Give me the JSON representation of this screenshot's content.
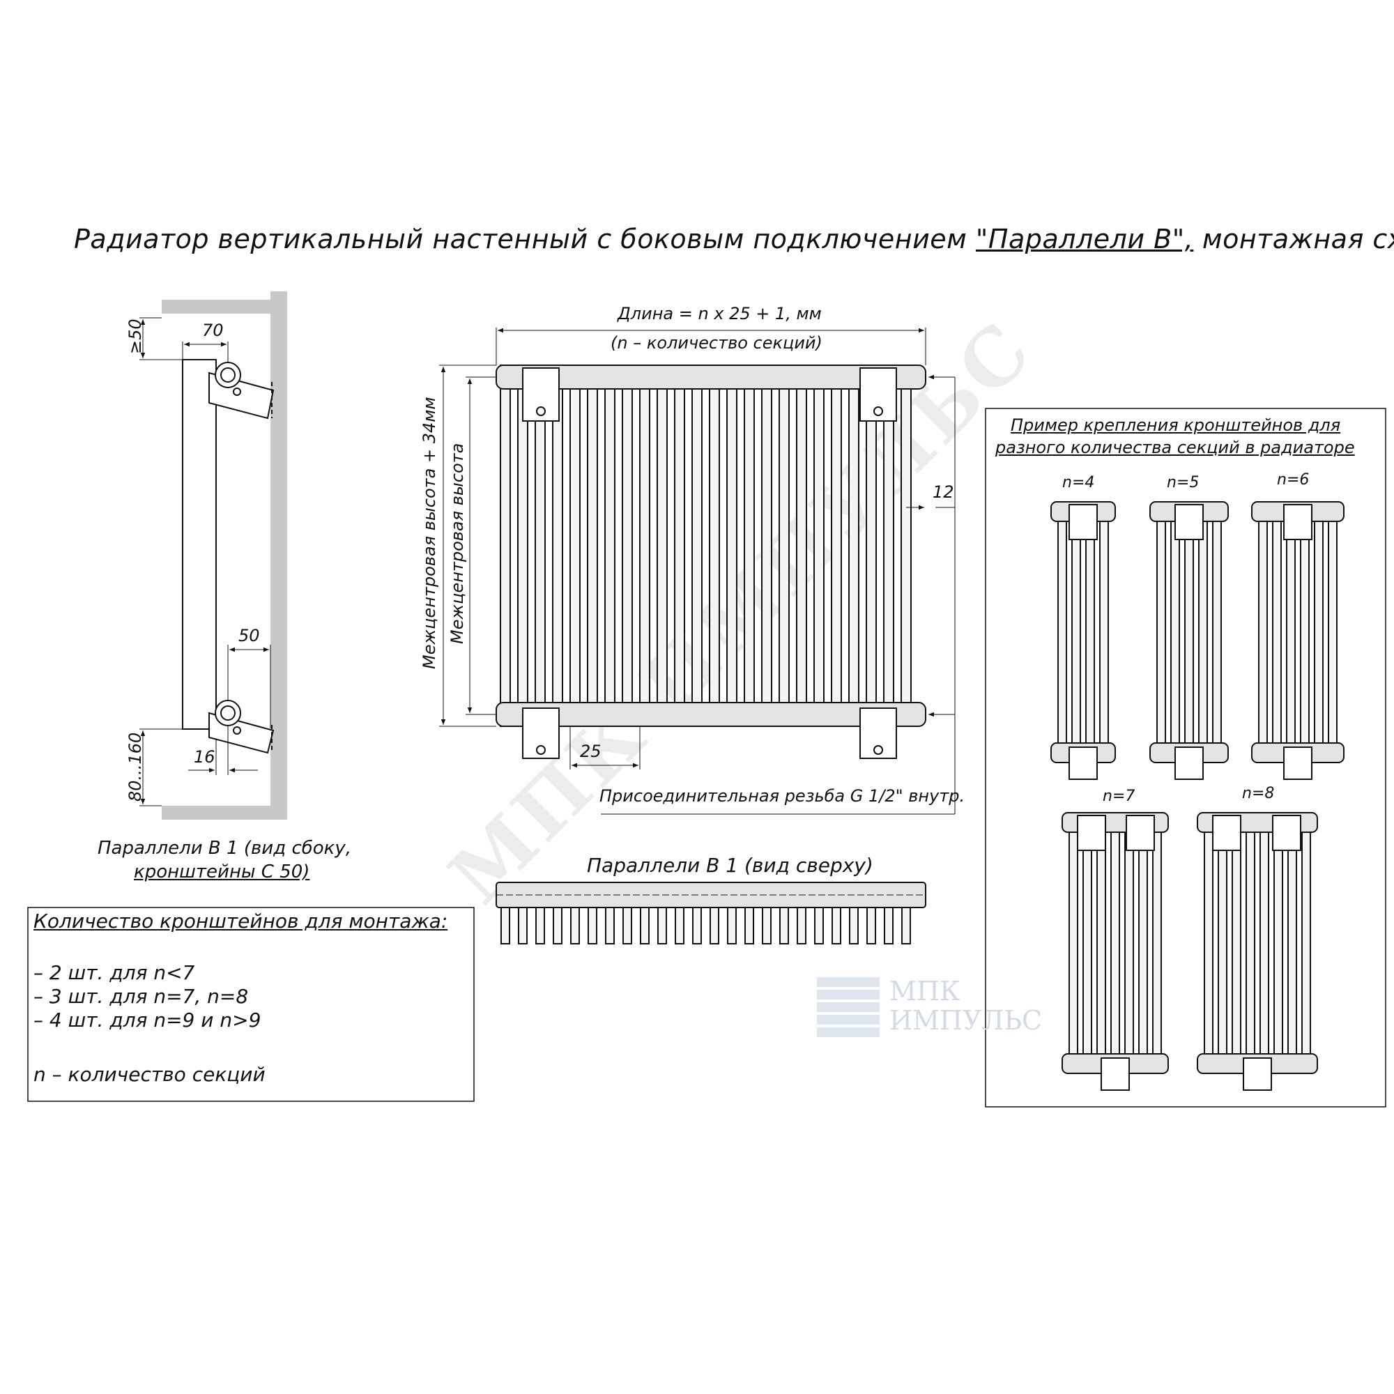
{
  "title_main": "Радиатор вертикальный настенный с боковым подключением ",
  "title_model": "\"Параллели В\",",
  "title_tail": " монтажная схема",
  "side_view": {
    "dim_top_gap": "≥50",
    "dim_depth_top": "70",
    "dim_bracket": "50",
    "dim_offset": "16",
    "dim_bottom_gap": "80...160",
    "caption_line1": "Параллели В 1 (вид сбоку,",
    "caption_line2": "кронштейны С 50)"
  },
  "front_view": {
    "length_formula": "Длина = n x 25 + 1, мм",
    "length_note": "(n – количество секций)",
    "height_total": "Межцентровая высота + 34мм",
    "height_center": "Межцентровая высота",
    "dim_side": "12",
    "dim_pitch": "25",
    "thread_note": "Присоединительная резьба G 1/2\" внутр."
  },
  "top_view": {
    "caption": "Параллели В 1 (вид сверху)"
  },
  "bracket_count": {
    "heading": "Количество кронштейнов для монтажа:",
    "rules": [
      "– 2 шт. для n<7",
      "– 3 шт. для n=7, n=8",
      "– 4 шт. для n=9 и n>9"
    ],
    "note": "n – количество секций"
  },
  "examples": {
    "heading_line1": "Пример  крепления кронштейнов для",
    "heading_line2": "разного количества секций в радиаторе",
    "labels": [
      "n=4",
      "n=5",
      "n=6",
      "n=7",
      "n=8"
    ]
  },
  "watermark": {
    "diagonal": "МПК ИМПУЛЬС",
    "logo_line1": "МПК",
    "logo_line2": "ИМПУЛЬС"
  }
}
